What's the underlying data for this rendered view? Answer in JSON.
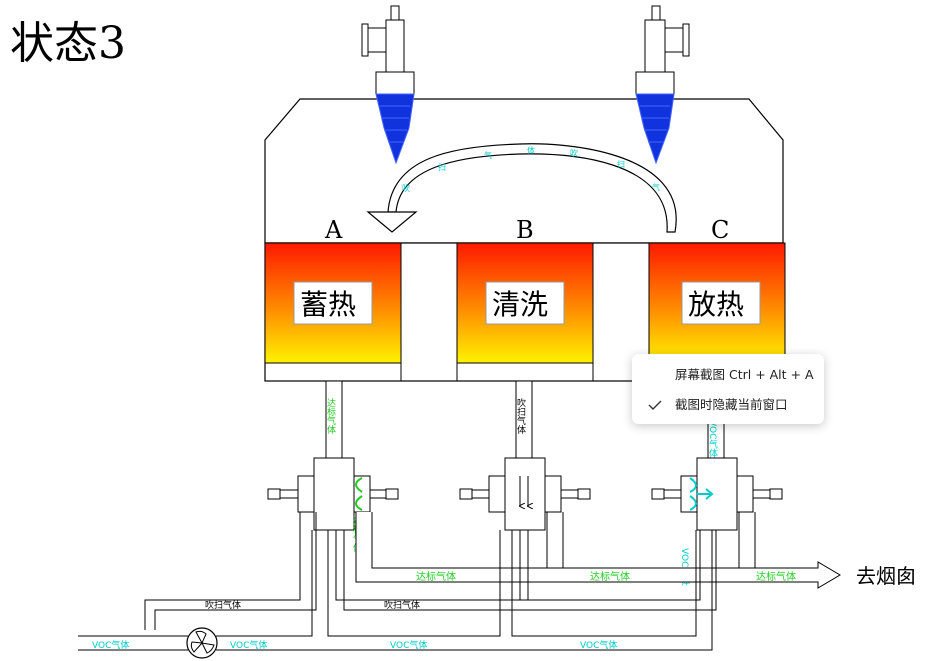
{
  "title": "状态3",
  "chambers": [
    {
      "letter": "A",
      "label": "蓄热"
    },
    {
      "letter": "B",
      "label": "清洗"
    },
    {
      "letter": "C",
      "label": "放热"
    }
  ],
  "pipe_labels": {
    "a_vertical": "达标气体",
    "b_vertical": "吹扫气体",
    "c_vertical": "VOC气体",
    "a_side": "达标气体",
    "c_side": "VOC气体"
  },
  "flow_labels": {
    "clean_1": "达标气体",
    "clean_2": "达标气体",
    "clean_3": "达标气体",
    "purge_1": "吹扫气体",
    "purge_2": "吹扫气体",
    "voc_1": "VOC气体",
    "voc_2": "VOC气体",
    "voc_3": "VOC气体",
    "voc_4": "VOC气体"
  },
  "arc_label_chars": [
    "吹",
    "扫",
    "气",
    "体",
    "吹",
    "扫",
    "气"
  ],
  "outlet_label": "去烟囱",
  "context_menu": {
    "item1": "屏幕截图 Ctrl + Alt + A",
    "item2": "截图时隐藏当前窗口"
  },
  "colors": {
    "clean_gas": "#22cc22",
    "voc_gas": "#00cccc",
    "flame": "#1133dd",
    "chamber_hot": "#ff0000",
    "chamber_warm": "#ffee00"
  }
}
